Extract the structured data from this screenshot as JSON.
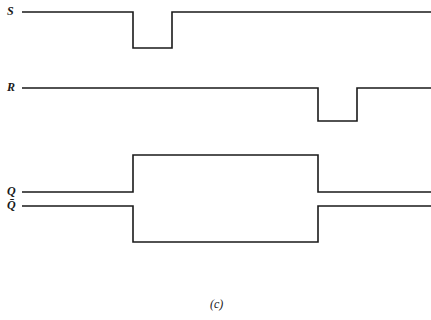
{
  "diagram": {
    "caption": "(c)",
    "labels": [
      "S",
      "R",
      "Q",
      "Q̄"
    ]
  }
}
